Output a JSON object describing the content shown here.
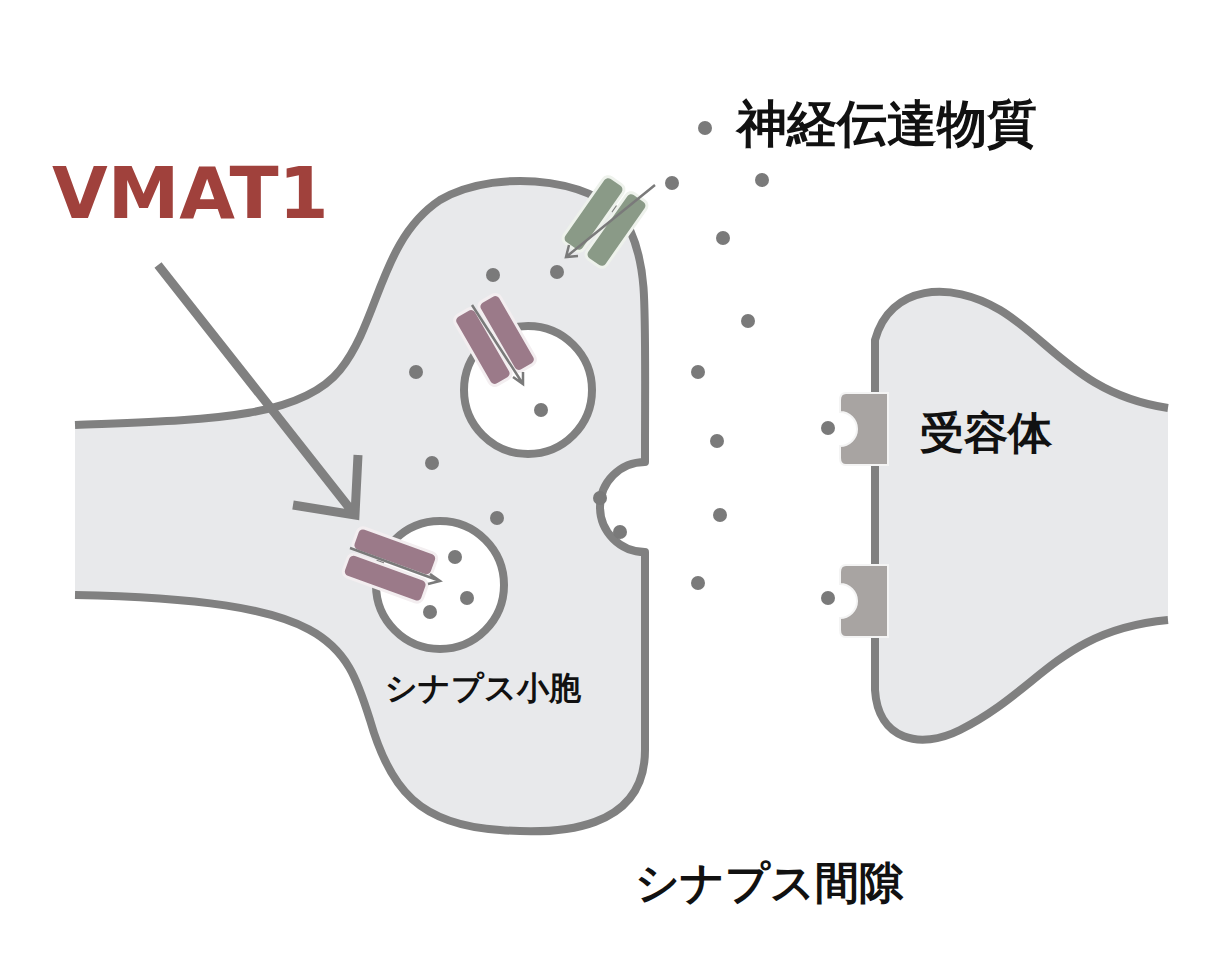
{
  "diagram": {
    "labels": [
      "VMAT1",
      "神経伝達物質",
      "受容体",
      "シナプス小胞",
      "シナプス間隙"
    ]
  }
}
